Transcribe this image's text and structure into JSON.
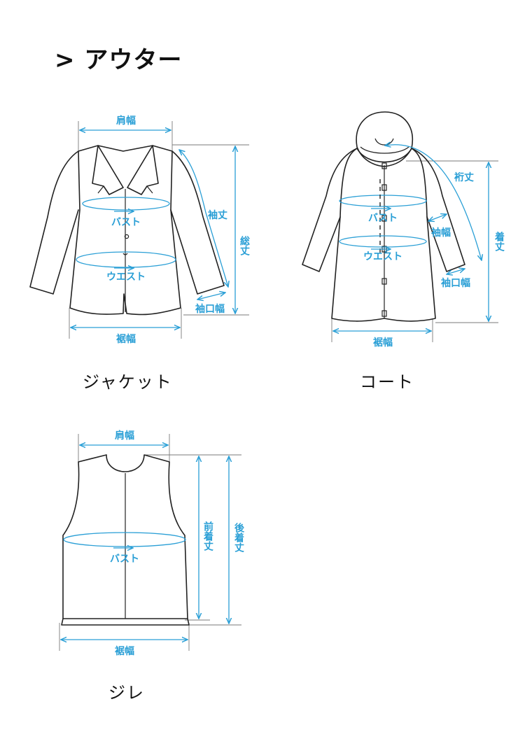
{
  "title": "> アウター",
  "colors": {
    "measure": "#2a9fd6",
    "outline": "#222222",
    "guide": "#7a7a7a"
  },
  "jacket": {
    "caption": "ジャケット",
    "labels": {
      "shoulder": "肩幅",
      "sleeve": "袖丈",
      "total_length": "総丈",
      "bust": "バスト",
      "waist": "ウエスト",
      "cuff": "袖口幅",
      "hem": "裾幅"
    }
  },
  "coat": {
    "caption": "コート",
    "labels": {
      "yuki": "裄丈",
      "length": "着丈",
      "bust": "バスト",
      "sleeve_width": "袖幅",
      "waist": "ウエスト",
      "cuff": "袖口幅",
      "hem": "裾幅"
    }
  },
  "gilet": {
    "caption": "ジレ",
    "labels": {
      "shoulder": "肩幅",
      "front_length": "前着丈",
      "back_length": "後着丈",
      "bust": "バスト",
      "hem": "裾幅"
    }
  }
}
